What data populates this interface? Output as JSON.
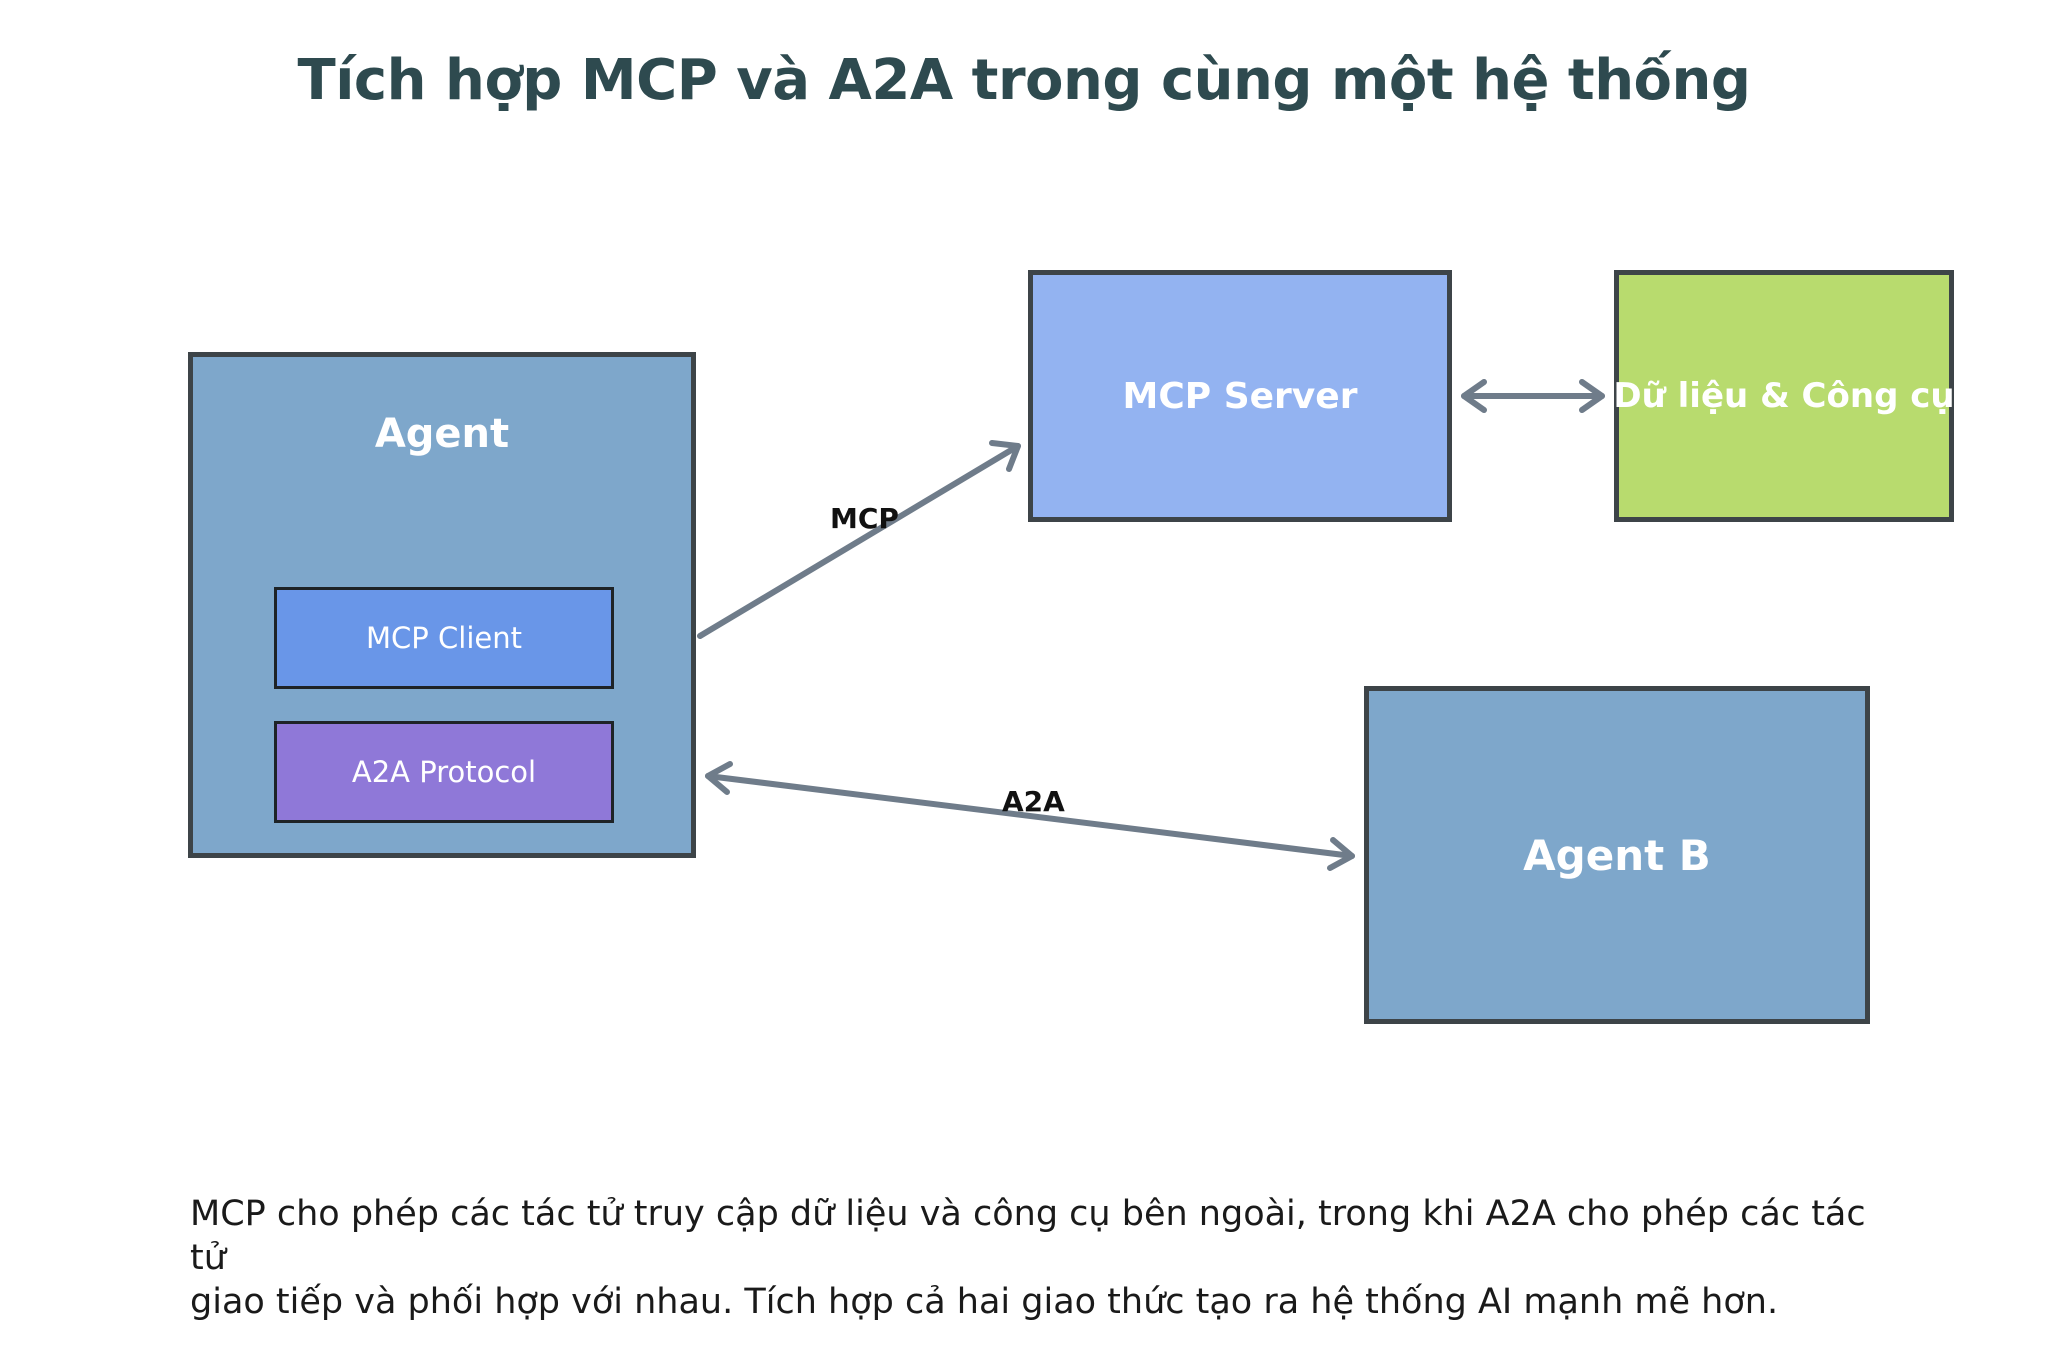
{
  "title": "Tích hợp MCP và A2A trong cùng một hệ thống",
  "nodes": {
    "agent": {
      "label": "Agent",
      "mcp_client": "MCP Client",
      "a2a_protocol": "A2A Protocol"
    },
    "mcp_server": "MCP Server",
    "data_tools": "Dữ liệu & Công cụ",
    "agent_b": "Agent B"
  },
  "edges": {
    "mcp": "MCP",
    "a2a": "A2A"
  },
  "caption": {
    "line1": "MCP cho phép các tác tử truy cập dữ liệu và công cụ bên ngoài, trong khi A2A cho phép các tác tử",
    "line2": "giao tiếp và phối hợp với nhau. Tích hợp cả hai giao thức tạo ra hệ thống AI mạnh mẽ hơn."
  },
  "colors": {
    "title": "#2e4a4f",
    "agent": "#7ea7cb",
    "mcp_client": "#6996e8",
    "a2a_protocol": "#8f78d8",
    "mcp_server": "#93b3f1",
    "data_tools": "#b8db6e",
    "agent_b": "#7ea7cb",
    "arrow": "#6f7c8a",
    "border": "#3d4448"
  }
}
